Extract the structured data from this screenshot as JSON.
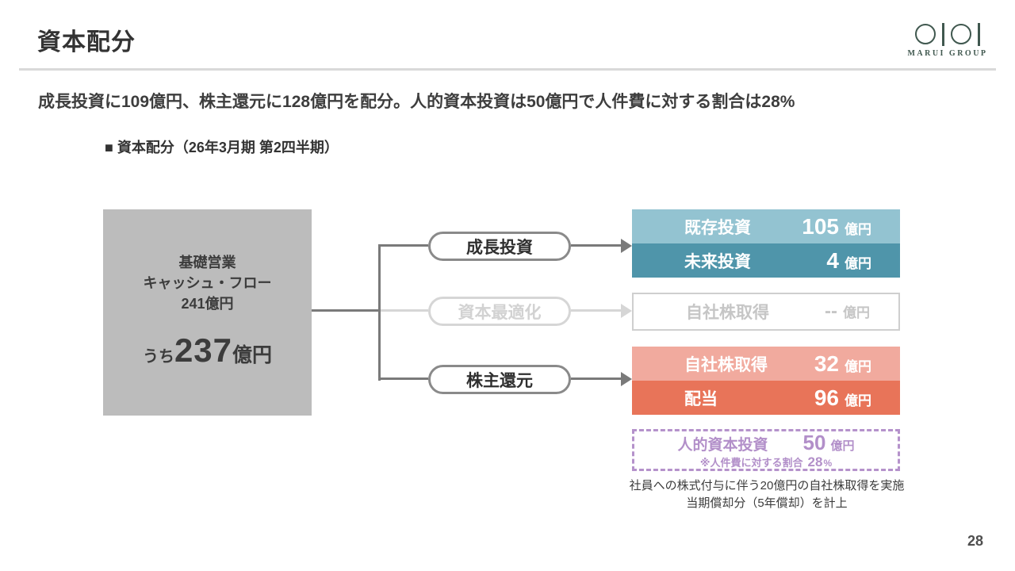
{
  "page": {
    "title": "資本配分",
    "subtitle": "成長投資に109億円、株主還元に128億円を配分。人的資本投資は50億円で人件費に対する割合は28%",
    "section_header": "■ 資本配分（26年3月期 第2四半期）",
    "page_number": "28"
  },
  "logo": {
    "company": "MARUI GROUP",
    "mark": "oioi-logo"
  },
  "source_box": {
    "line1": "基礎営業",
    "line2": "キャッシュ・フロー",
    "line3": "241億円",
    "total_prefix": "うち",
    "total_value": "237",
    "total_unit": "億円"
  },
  "branches": {
    "growth": "成長投資",
    "optimization": "資本最適化",
    "shareholder_return": "株主還元"
  },
  "growth_box": {
    "rows": [
      {
        "label": "既存投資",
        "value": "105",
        "unit": "億円"
      },
      {
        "label": "未来投資",
        "value": "4",
        "unit": "億円"
      }
    ]
  },
  "optimization_box": {
    "rows": [
      {
        "label": "自社株取得",
        "value": "--",
        "unit": "億円"
      }
    ]
  },
  "shareholder_box": {
    "rows": [
      {
        "label": "自社株取得",
        "value": "32",
        "unit": "億円"
      },
      {
        "label": "配当",
        "value": "96",
        "unit": "億円"
      }
    ]
  },
  "human_capital_box": {
    "label": "人的資本投資",
    "value": "50",
    "unit": "億円",
    "note_label": "※人件費に対する割合",
    "note_value": "28",
    "note_unit": "%"
  },
  "footnotes": {
    "line1": "社員への株式付与に伴う20億円の自社株取得を実施",
    "line2": "当期償却分（5年償却）を計上"
  },
  "colors": {
    "teal_light": "#93c3d1",
    "teal_dark": "#4f95aa",
    "salmon_light": "#f1aa9e",
    "salmon_dark": "#e87459",
    "purple": "#b592cb",
    "gray_box": "#bcbcbc",
    "connector_dark": "#7a7a7a",
    "connector_light": "#d6d6d6",
    "logo_green": "#40584f"
  }
}
